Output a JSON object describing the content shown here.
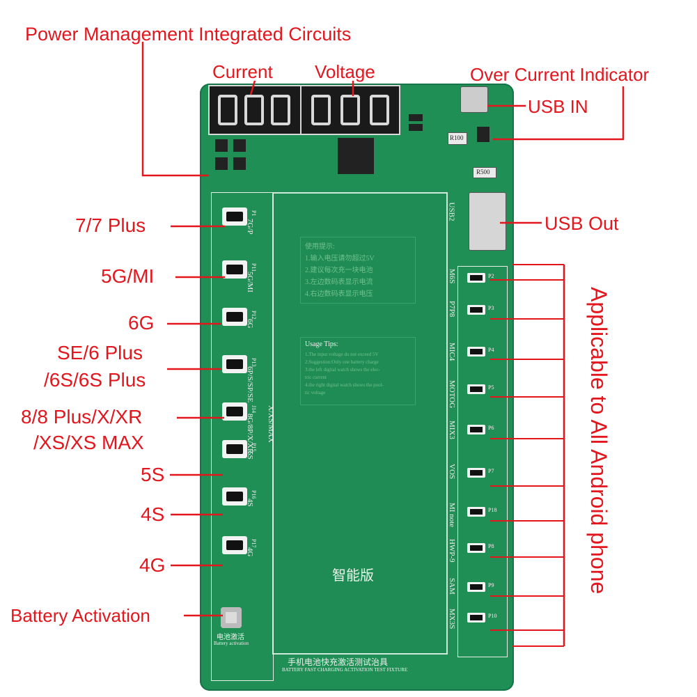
{
  "labels": {
    "pmic": "Power Management Integrated Circuits",
    "current": "Current",
    "voltage": "Voltage",
    "over_current": "Over Current Indicator",
    "usb_in": "USB IN",
    "usb_out": "USB Out",
    "l77plus": "7/7 Plus",
    "l5gmi": "5G/MI",
    "l6g": "6G",
    "lse_1": "SE/6 Plus",
    "lse_2": "/6S/6S Plus",
    "l8_1": "8/8 Plus/X/XR",
    "l8_2": "/XS/XS MAX",
    "l5s": "5S",
    "l4s": "4S",
    "l4g": "4G",
    "battery_activation": "Battery Activation",
    "android": "Applicable to All Android phone"
  },
  "board": {
    "left_column": [
      "7G/P",
      "5G/MI",
      "6G",
      "6P/S/SP/SE",
      "8G/8P/X/XR",
      "5S",
      "4S",
      "4G"
    ],
    "right_column": [
      "M6S",
      "P7P8",
      "MIC4",
      "MOTOG",
      "MIX3",
      "VOS",
      "MI note",
      "HWP-9",
      "SAM",
      "MX3S"
    ],
    "right_ports": [
      "P2",
      "P3",
      "P4",
      "P5",
      "P6",
      "P7",
      "P18",
      "P8",
      "P9",
      "P10"
    ],
    "left_ports": [
      "P1",
      "P11",
      "P12",
      "P13",
      "J14",
      "P15",
      "P16",
      "P17"
    ],
    "usb_text": "USB2",
    "chip_text": "智能版",
    "cn_tips": [
      "使用提示:",
      "1.输入电压请勿超过5V",
      "2.建议每次充一块电池",
      "3.左边数码表显示电流",
      "4.右边数码表显示电压"
    ],
    "usage_tips": [
      "Usage Tips:",
      "1.The input voltage do not exceed 5V",
      "2.Suggestion:Only one battery charge",
      "3.the left digital watch shows the elec-",
      "  tric current",
      "4.the right digital watch shows the pool-",
      "  tic voltage"
    ],
    "bottom_cn": "手机电池快充激活测试治具",
    "bottom_en": "BATTERY FAST CHARGING ACTIVATION TEST FIXTURE",
    "activate_cn": "电池激活",
    "activate_en": "Battery activation",
    "xs_text": "X/XS/MAX",
    "res_r100": "R100",
    "res_r50": "R500"
  },
  "colors": {
    "label": "#e3161d",
    "board": "#1f8f55",
    "line": "#e3161d"
  }
}
